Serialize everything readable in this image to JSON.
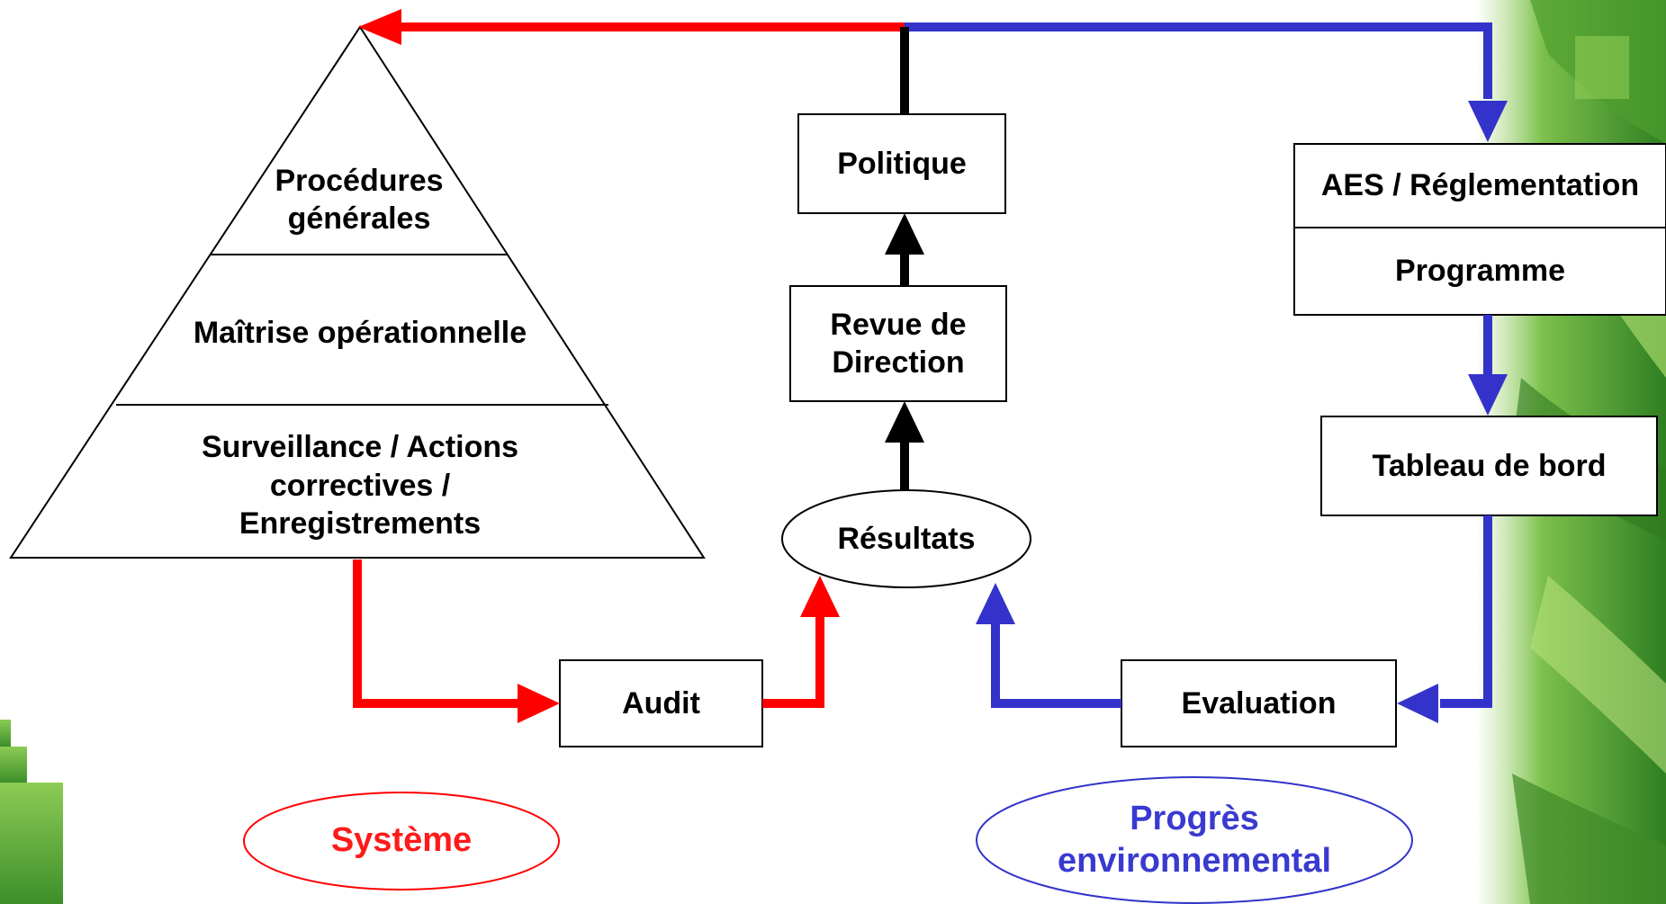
{
  "colors": {
    "system_red": "#ff0000",
    "progress_blue": "#3333cc",
    "flow_black": "#000000",
    "background_green": "#3f9a2a"
  },
  "pyramid": {
    "top_label": "Procédures générales",
    "middle_label": "Maîtrise opérationnelle",
    "bottom_label": "Surveillance / Actions correctives / Enregistrements"
  },
  "boxes": {
    "politique": "Politique",
    "revue": "Revue de Direction",
    "audit": "Audit",
    "evaluation": "Evaluation",
    "aes": "AES / Réglementation",
    "programme": "Programme",
    "tableau": "Tableau de bord"
  },
  "ellipses": {
    "resultats": "Résultats",
    "systeme": "Système",
    "progres": "Progrès environnemental"
  }
}
